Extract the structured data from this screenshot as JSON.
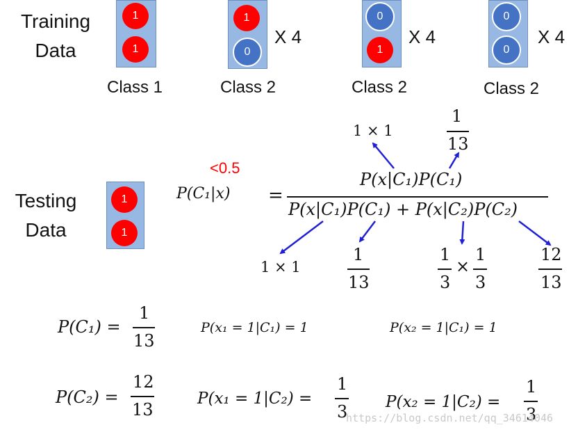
{
  "training": {
    "label_line1": "Training",
    "label_line2": "Data",
    "groups": [
      {
        "top": "1",
        "bottom": "1",
        "multiplier": "",
        "class_label": "Class 1"
      },
      {
        "top": "1",
        "bottom": "0",
        "multiplier": "X 4",
        "class_label": "Class 2"
      },
      {
        "top": "0",
        "bottom": "1",
        "multiplier": "X 4",
        "class_label": "Class 2"
      },
      {
        "top": "0",
        "bottom": "0",
        "multiplier": "X 4",
        "class_label": "Class 2"
      }
    ]
  },
  "testing": {
    "label_line1": "Testing",
    "label_line2": "Data",
    "top": "1",
    "bottom": "1"
  },
  "result_note": "<0.5",
  "formula": {
    "lhs": "P(C₁|x)",
    "eq": "=",
    "numerator": "P(x|C₁)P(C₁)",
    "denominator": "P(x|C₁)P(C₁) + P(x|C₂)P(C₂)",
    "ann_num_left": "1 × 1",
    "ann_num_right_num": "1",
    "ann_num_right_den": "13",
    "ann_den_1": "1 × 1",
    "ann_den_2_num": "1",
    "ann_den_2_den": "13",
    "ann_den_3_a_num": "1",
    "ann_den_3_a_den": "3",
    "ann_den_3_times": "×",
    "ann_den_3_b_num": "1",
    "ann_den_3_b_den": "3",
    "ann_den_4_num": "12",
    "ann_den_4_den": "13"
  },
  "bottom": {
    "pc1_lhs": "P(C₁) =",
    "pc1_num": "1",
    "pc1_den": "13",
    "px1c1": "P(x₁ = 1|C₁) = 1",
    "px2c1": "P(x₂ = 1|C₁) = 1",
    "pc2_lhs": "P(C₂) =",
    "pc2_num": "12",
    "pc2_den": "13",
    "px1c2_lhs": "P(x₁ = 1|C₂) =",
    "px1c2_num": "1",
    "px1c2_den": "3",
    "px2c2_lhs": "P(x₂ = 1|C₂) =",
    "px2c2_num": "1",
    "px2c2_den": "3"
  },
  "watermark": "https://blog.csdn.net/qq_34614046",
  "colors": {
    "red": "#ff0000",
    "blue": "#4472c4",
    "box": "#98b8e4",
    "arrow": "#1f1fd6"
  }
}
